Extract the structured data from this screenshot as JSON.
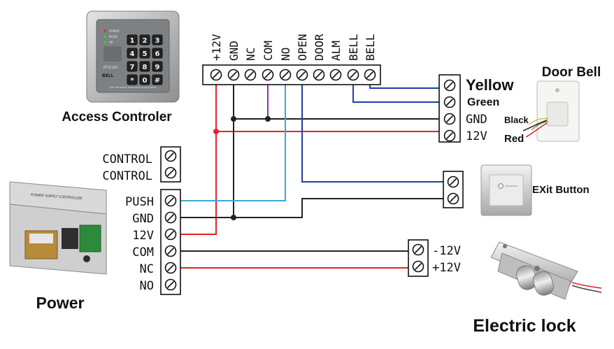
{
  "titles": {
    "access_controller": "Access Controler",
    "door_bell": "Door Bell",
    "exit_button": "EXit Button",
    "power": "Power",
    "electric_lock": "Electric lock"
  },
  "controller_terminals": [
    "+12V",
    "GND",
    "NC",
    "COM",
    "NO",
    "OPEN",
    "DOOR",
    "ALM",
    "BELL",
    "BELL"
  ],
  "power_control_terminals": [
    "CONTROL",
    "CONTROL"
  ],
  "power_terminals": [
    "PUSH",
    "GND",
    "12V",
    "COM",
    "NC",
    "NO"
  ],
  "bell_terminals": {
    "labels": [
      "Yellow",
      "Green",
      "GND",
      "12V"
    ],
    "wire_colors": [
      "Black",
      "Red"
    ]
  },
  "lock_terminals": [
    "-12V",
    "+12V"
  ],
  "keypad": {
    "keys": [
      "1",
      "2",
      "3",
      "4",
      "5",
      "6",
      "7",
      "8",
      "9",
      "*",
      "0",
      "#"
    ],
    "bell_label": "BELL",
    "model": "KT-K100",
    "tagline": "Use the latest processor of microchip",
    "leds": [
      "POWER",
      "MODE",
      "OK"
    ]
  },
  "psu_label": "POWER SUPPLY CONTROLLER",
  "wire_colors": {
    "red": "#e8202a",
    "black": "#222222",
    "blue": "#1e3fa8",
    "cyan": "#39a9d8",
    "purple": "#8c35b0"
  }
}
